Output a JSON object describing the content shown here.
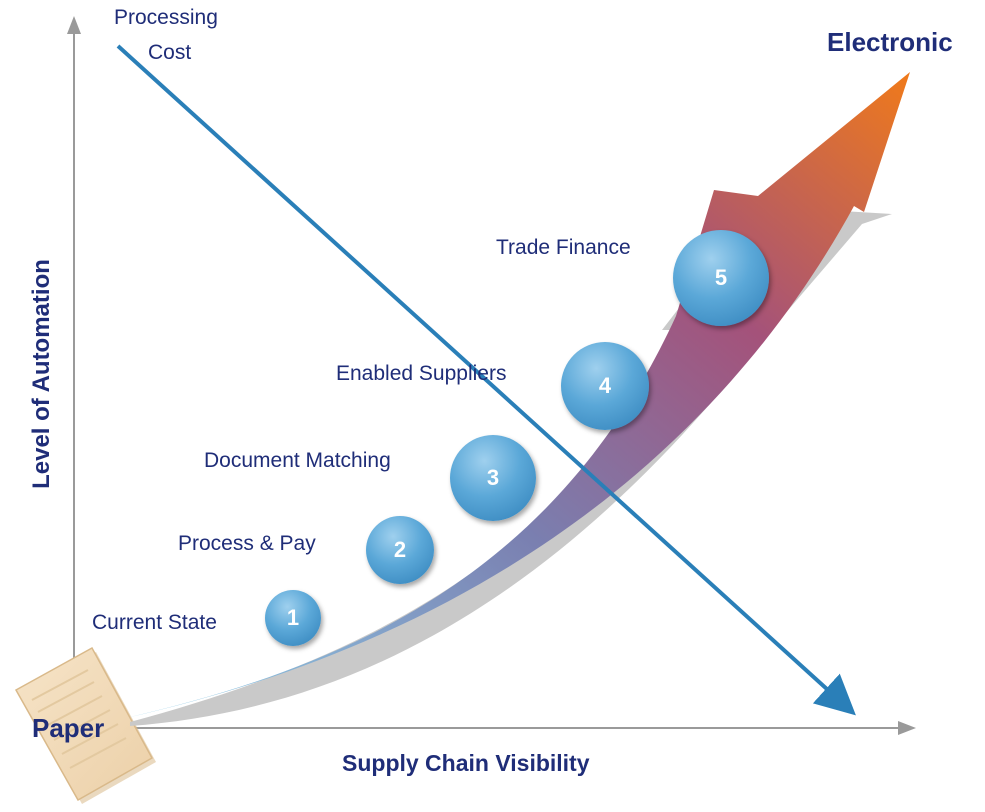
{
  "diagram": {
    "top_label": "Electronic",
    "bottom_label": "Paper",
    "x_axis_title": "Supply Chain Visibility",
    "y_axis_title": "Level of Automation",
    "cost_line_label": [
      "Processing",
      "Cost"
    ],
    "stages": [
      {
        "number": "1",
        "label": "Current State"
      },
      {
        "number": "2",
        "label": "Process & Pay"
      },
      {
        "number": "3",
        "label": "Document Matching"
      },
      {
        "number": "4",
        "label": "Enabled Suppliers"
      },
      {
        "number": "5",
        "label": "Trade Finance"
      }
    ]
  },
  "colors": {
    "text": "#1f2d78",
    "axis": "#9a9a9a",
    "cost_line": "#2a7fb8",
    "arrow_start": "#8fd0ea",
    "arrow_end": "#f07a1a",
    "stage_circle": "#4a9bd0",
    "paper": "#f3dcbc"
  }
}
